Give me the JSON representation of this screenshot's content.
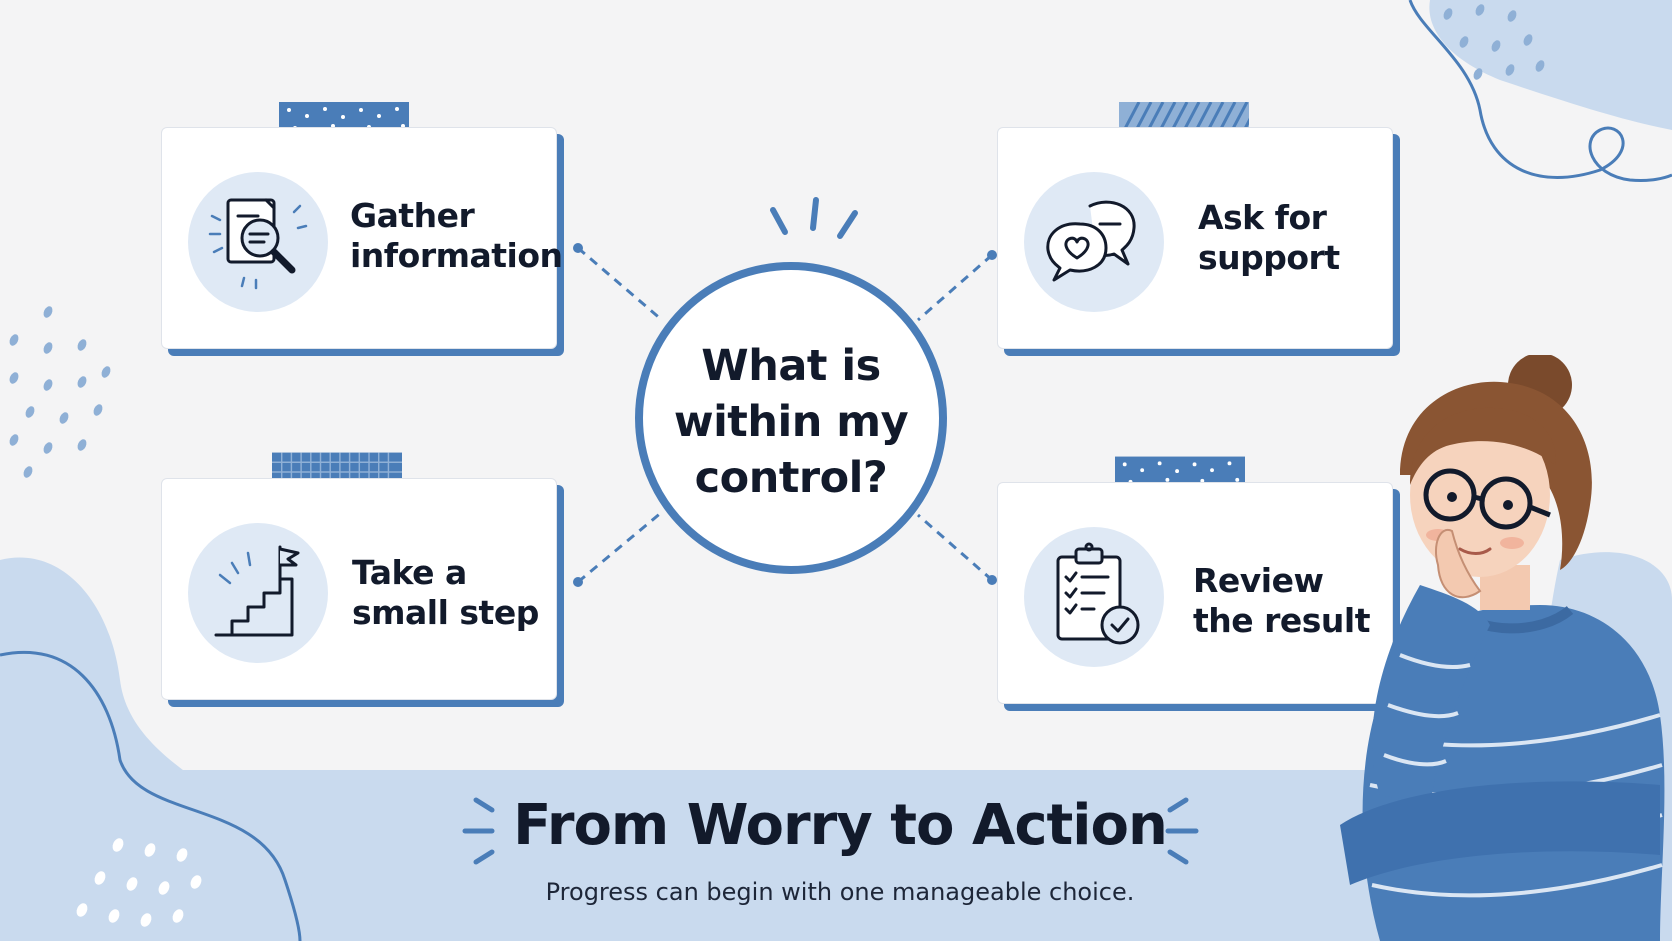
{
  "center": {
    "question": "What is within my control?"
  },
  "cards": [
    {
      "label": "Gather information",
      "icon": "document-magnifier-icon",
      "tape": "dotted"
    },
    {
      "label": "Ask for support",
      "icon": "speech-bubbles-heart-icon",
      "tape": "striped"
    },
    {
      "label": "Take a small step",
      "icon": "stairs-flag-icon",
      "tape": "grid"
    },
    {
      "label": "Review the result",
      "icon": "clipboard-check-icon",
      "tape": "dotted"
    }
  ],
  "footer": {
    "title": "From Worry to Action",
    "subtitle": "Progress can begin with one manageable choice."
  },
  "colors": {
    "accent": "#4a7db8",
    "light_blue": "#c9daee",
    "icon_circle": "#dfe9f5",
    "text": "#121a2b",
    "background": "#f4f4f5"
  }
}
